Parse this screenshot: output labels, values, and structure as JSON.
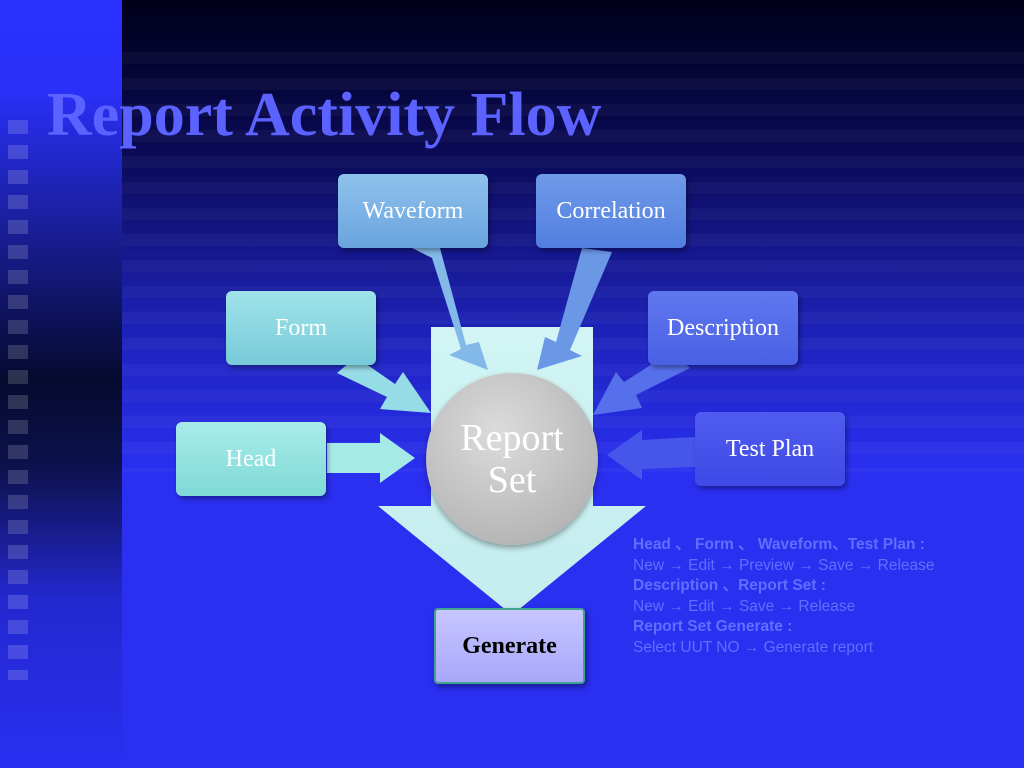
{
  "slide": {
    "title": "Report Activity Flow",
    "colors": {
      "background": "#2a2ff0",
      "title": "#5b62ff",
      "notes": "#5e70ff",
      "head_box": "#8fe0de",
      "form_box": "#86d4e0",
      "waveform_box": "#7ab2e6",
      "correlation_box": "#5e8ce4",
      "description_box": "#546cea",
      "test_plan_box": "#4752ea",
      "center_circle": "#bdbdbd",
      "generate_box": "#b8b6fc"
    }
  },
  "diagram": {
    "inputs": {
      "head": "Head",
      "form": "Form",
      "waveform": "Waveform",
      "correlation": "Correlation",
      "description": "Description",
      "test_plan": "Test Plan"
    },
    "center": {
      "line1": "Report",
      "line2": "Set"
    },
    "output": "Generate"
  },
  "notes": [
    {
      "heading": "Head 、 Form 、 Waveform、Test Plan :",
      "steps": "New → Edit → Preview → Save → Release"
    },
    {
      "heading": "Description 、Report Set :",
      "steps": "New → Edit → Save → Release"
    },
    {
      "heading": "Report Set Generate :",
      "steps": "Select UUT NO → Generate report"
    }
  ]
}
